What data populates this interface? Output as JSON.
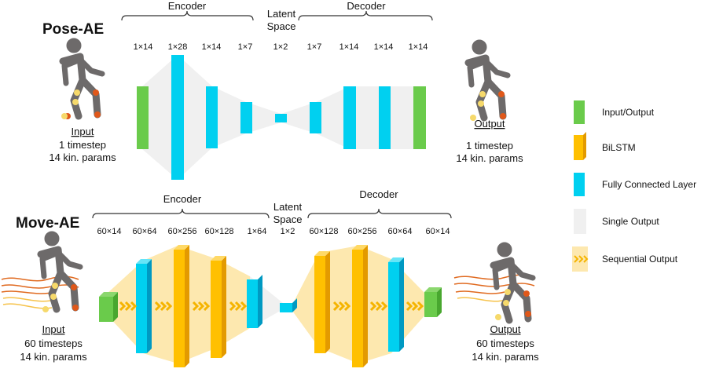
{
  "colors": {
    "input_output": "#6ACB4B",
    "bilstm": "#FFC000",
    "bilstm_dark": "#E39A00",
    "fc": "#00D0F0",
    "fc_dark": "#0099C2",
    "single_output": "#F0F0F0",
    "sequential_output": "#FDE8AF",
    "arrow": "#F5B400",
    "figure": "#6D6A6A",
    "joint_red": "#E0581A",
    "joint_yellow": "#F6D96B",
    "trajectory": "#E06A20"
  },
  "pose_ae": {
    "title": "Pose-AE",
    "encoder_label": "Encoder",
    "latent_label_1": "Latent",
    "latent_label_2": "Space",
    "decoder_label": "Decoder",
    "dims": [
      "1×14",
      "1×28",
      "1×14",
      "1×7",
      "1×2",
      "1×7",
      "1×14",
      "1×14",
      "1×14"
    ],
    "input_title": "Input",
    "input_line1": "1 timestep",
    "input_line2": "14 kin. params",
    "output_title": "Output",
    "output_line1": "1 timestep",
    "output_line2": "14 kin. params"
  },
  "move_ae": {
    "title": "Move-AE",
    "encoder_label": "Encoder",
    "latent_label_1": "Latent",
    "latent_label_2": "Space",
    "decoder_label": "Decoder",
    "dims": [
      "60×14",
      "60×64",
      "60×256",
      "60×128",
      "1×64",
      "1×2",
      "60×128",
      "60×256",
      "60×64",
      "60×14"
    ],
    "input_title": "Input",
    "input_line1": "60 timesteps",
    "input_line2": "14 kin. params",
    "output_title": "Output",
    "output_line1": "60 timesteps",
    "output_line2": "14 kin. params"
  },
  "legend": [
    {
      "label": "Input/Output",
      "swatch": "input_output"
    },
    {
      "label": "BiLSTM",
      "swatch": "bilstm"
    },
    {
      "label": "Fully Connected Layer",
      "swatch": "fc"
    },
    {
      "label": "Single Output",
      "swatch": "single_output"
    },
    {
      "label": "Sequential Output",
      "swatch": "sequential_output"
    }
  ],
  "icons": {
    "figure": "walking-person-icon",
    "arrows": "chevron-right-icon"
  }
}
